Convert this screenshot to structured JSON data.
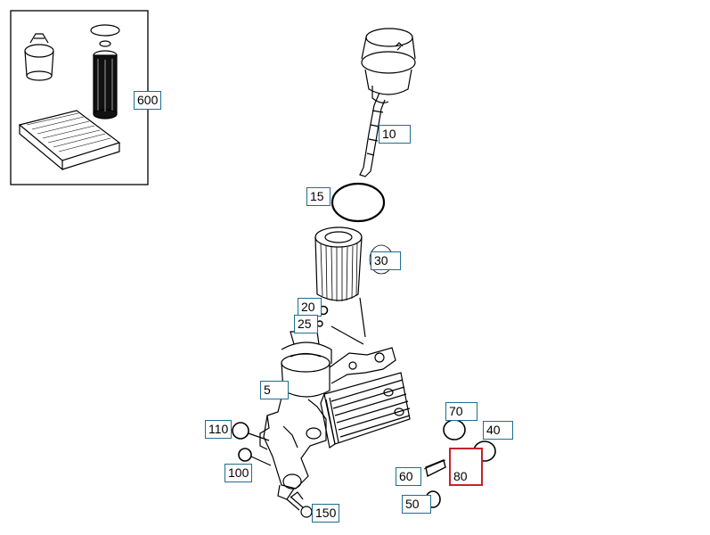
{
  "callouts": {
    "c600": "600",
    "c10": "10",
    "c15": "15",
    "c30": "30",
    "c20": "20",
    "c25": "25",
    "c5": "5",
    "c70": "70",
    "c40": "40",
    "c110": "110",
    "c100": "100",
    "c60": "60",
    "c80": "80",
    "c50": "50",
    "c150": "150"
  },
  "colors": {
    "callout_border": "#1e6e8e",
    "selected_border": "#c8202a",
    "line": "#000000"
  },
  "selected_callout": "80"
}
